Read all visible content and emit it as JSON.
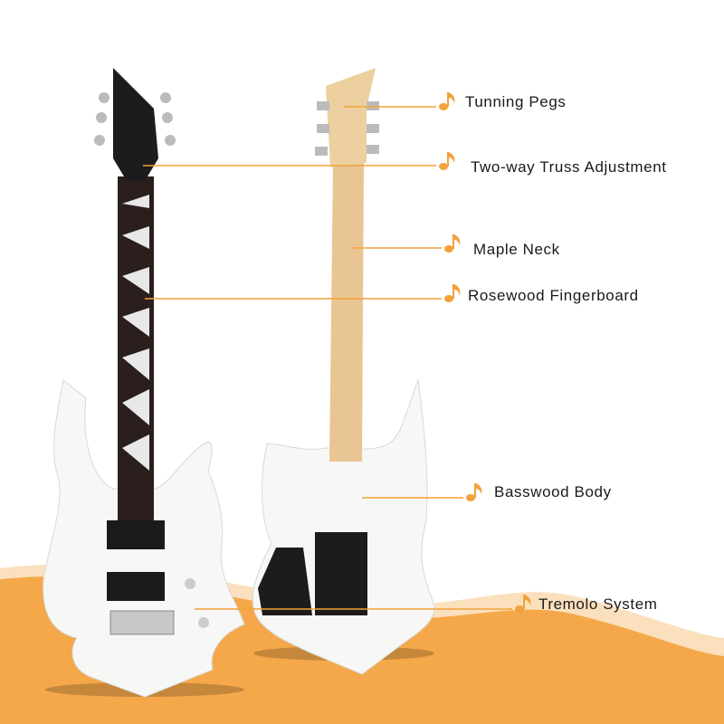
{
  "labels": {
    "tuning_pegs": "Tunning Pegs",
    "truss": "Two-way Truss Adjustment",
    "maple_neck": "Maple Neck",
    "fingerboard": "Rosewood Fingerboard",
    "body": "Basswood Body",
    "tremolo": "Tremolo System"
  },
  "colors": {
    "accent": "#f2a23c",
    "wave_dark": "#f5a84a",
    "wave_light": "#fbe0bd",
    "body": "#f7f7f5",
    "headstock": "#1c1c1c",
    "maple": "#e8c592",
    "rosewood": "#2a1f1c"
  }
}
